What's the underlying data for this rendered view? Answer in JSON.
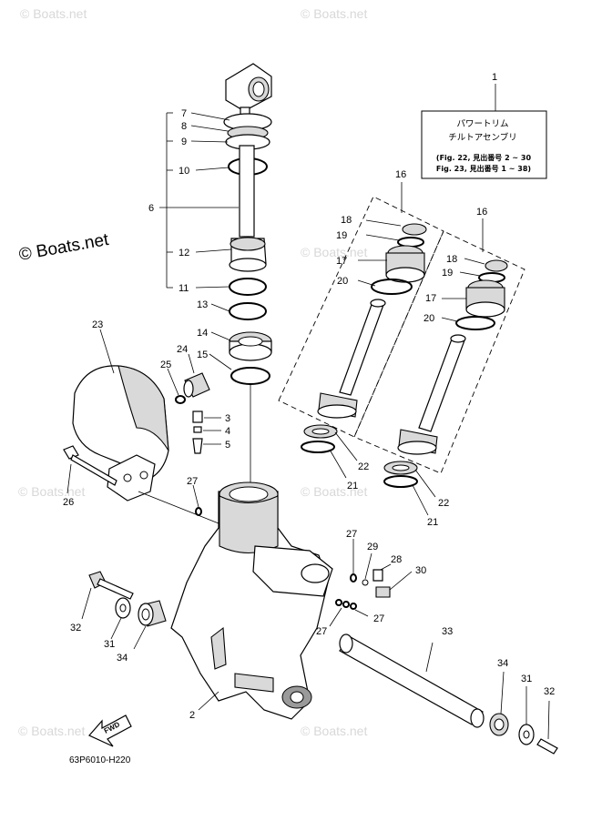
{
  "watermarks": {
    "small": "© Boats.net",
    "main": "© Boats.net"
  },
  "legend": {
    "callout_number": "1",
    "line1": "パワートリム",
    "line2": "チルトアセンブリ",
    "line3": "(Fig. 22, 見出番号 2 ~ 30",
    "line4": "Fig. 23, 見出番号 1 ~ 38)"
  },
  "callouts": {
    "c2": "2",
    "c3": "3",
    "c4": "4",
    "c5": "5",
    "c6": "6",
    "c7": "7",
    "c8": "8",
    "c9": "9",
    "c10": "10",
    "c11": "11",
    "c12": "12",
    "c13": "13",
    "c14": "14",
    "c15": "15",
    "c16a": "16",
    "c16b": "16",
    "c17a": "17",
    "c17b": "17",
    "c18a": "18",
    "c18b": "18",
    "c19a": "19",
    "c19b": "19",
    "c20a": "20",
    "c20b": "20",
    "c21a": "21",
    "c21b": "21",
    "c22a": "22",
    "c22b": "22",
    "c23": "23",
    "c24": "24",
    "c25": "25",
    "c26": "26",
    "c27a": "27",
    "c27b": "27",
    "c27c": "27",
    "c27d": "27",
    "c28": "28",
    "c29": "29",
    "c30": "30",
    "c31a": "31",
    "c31b": "31",
    "c32a": "32",
    "c32b": "32",
    "c33": "33",
    "c34a": "34",
    "c34b": "34"
  },
  "fwd_label": "FWD",
  "drawing_code": "63P6010-H220"
}
